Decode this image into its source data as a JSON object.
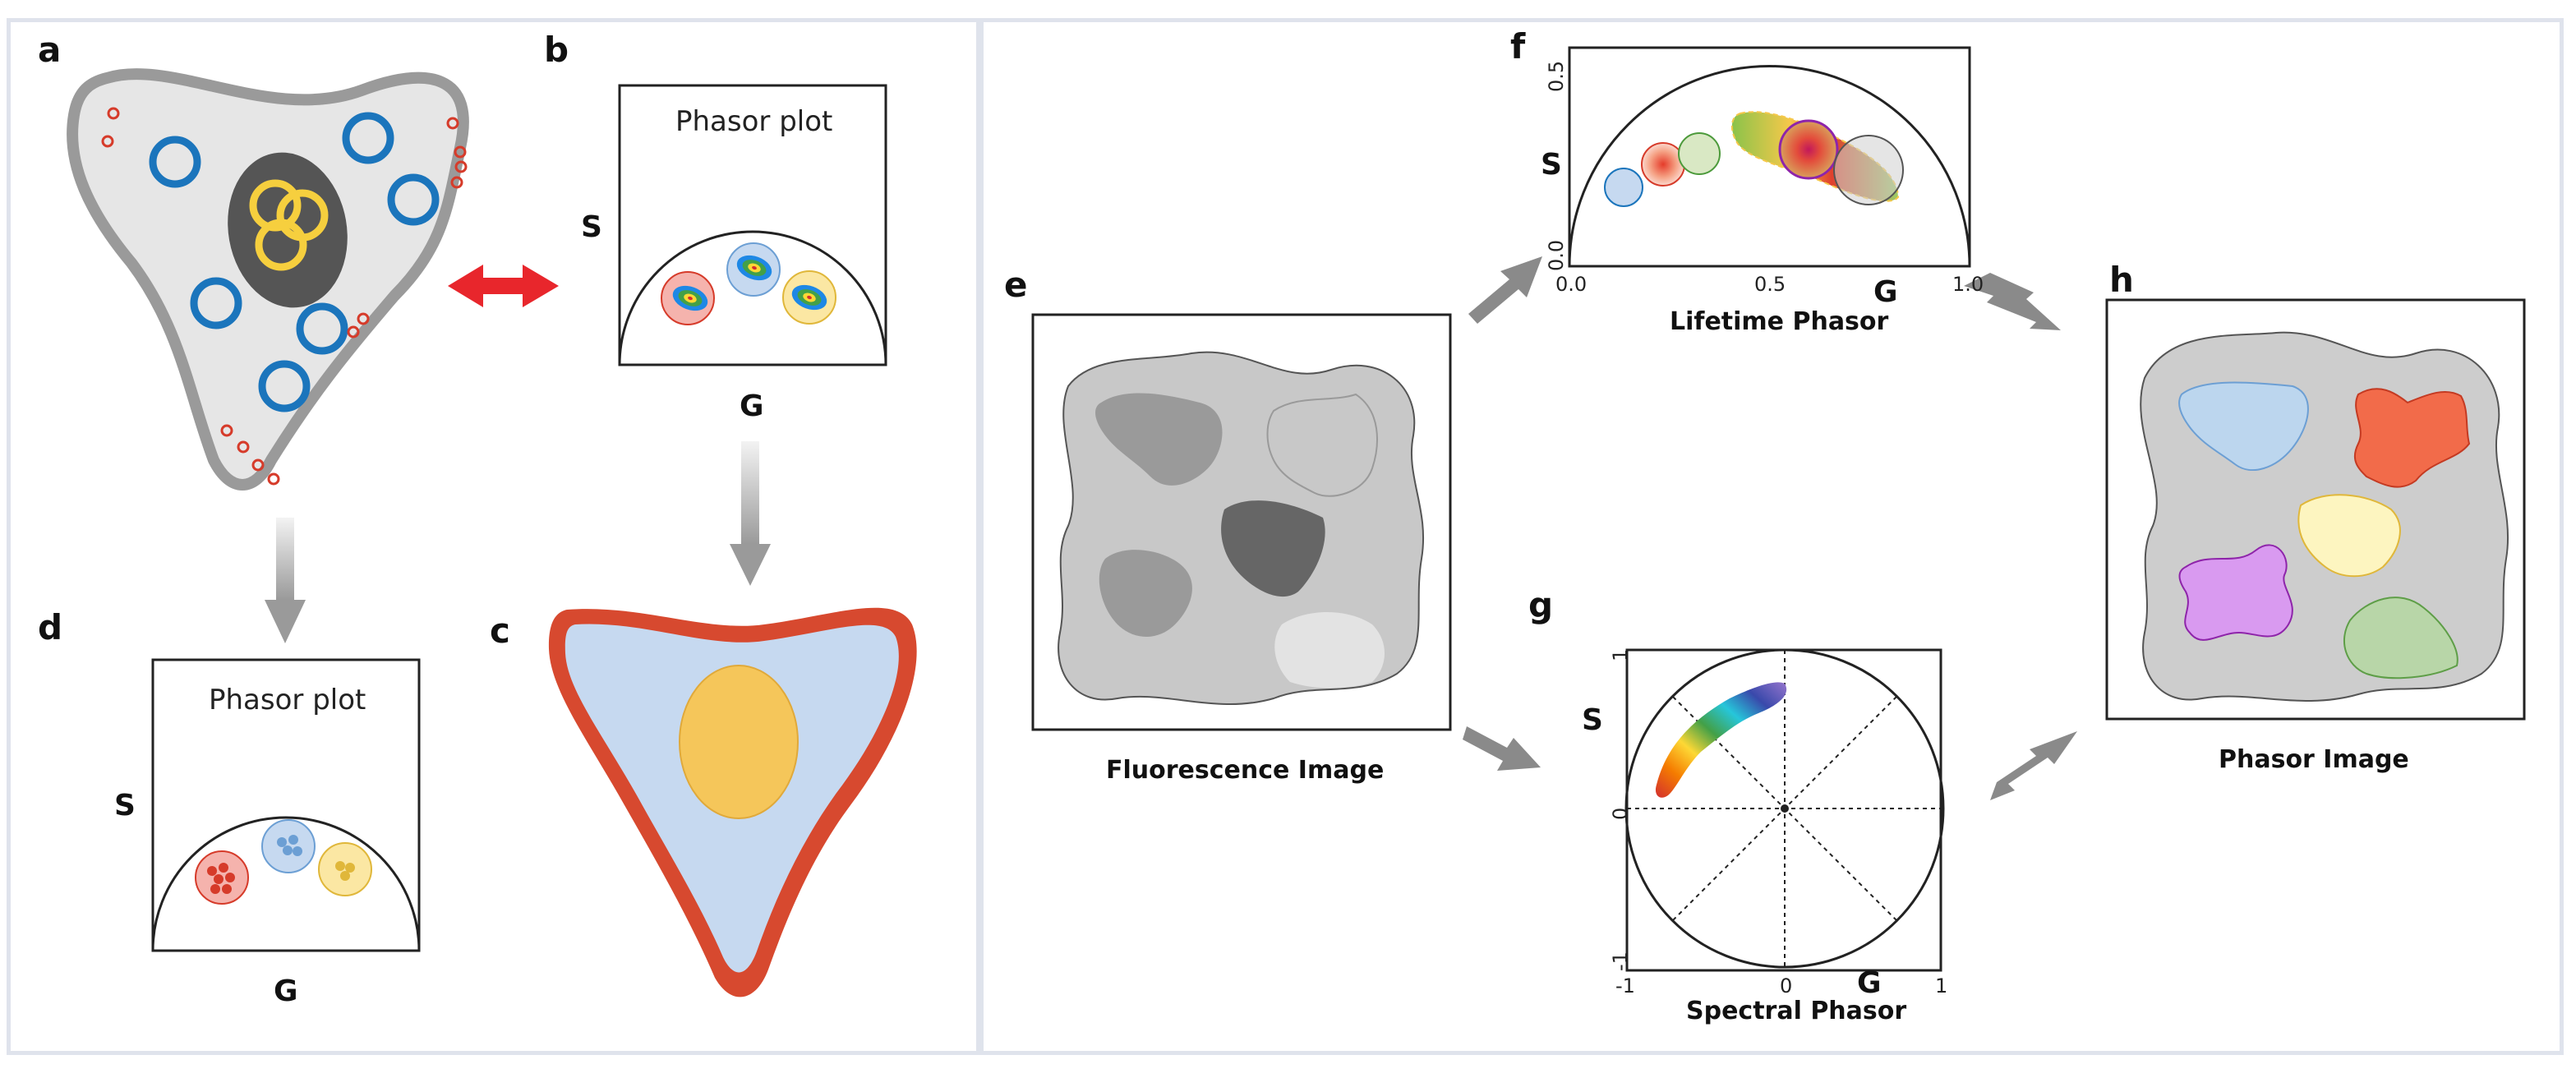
{
  "panels": {
    "a": "a",
    "b": "b",
    "c": "c",
    "d": "d",
    "e": "e",
    "f": "f",
    "g": "g",
    "h": "h"
  },
  "phasor_plot_b": {
    "title": "Phasor plot",
    "y_axis": "S",
    "x_axis": "G"
  },
  "phasor_plot_d": {
    "title": "Phasor plot",
    "y_axis": "S",
    "x_axis": "G"
  },
  "lifetime_phasor": {
    "caption": "Lifetime Phasor",
    "y_axis": "S",
    "x_axis": "G",
    "x_ticks": [
      "0.0",
      "0.5",
      "1.0"
    ],
    "y_ticks": [
      "0.0",
      "0.5"
    ]
  },
  "spectral_phasor": {
    "caption": "Spectral Phasor",
    "y_axis": "S",
    "x_axis": "G",
    "x_ticks": [
      "-1",
      "0",
      "1"
    ],
    "y_ticks": [
      "-1",
      "0",
      "1"
    ]
  },
  "fluorescence_caption": "Fluorescence Image",
  "phasor_image_caption": "Phasor Image",
  "colors": {
    "panel_border": "#dfe3ec",
    "cell_gray": "#e6e6e6",
    "organelle_blue": "#1b75bc",
    "organelle_yellow": "#f6cf3e",
    "membrane_red": "#d63b2a",
    "cytoplasm_blue": "#c6d9f0",
    "nucleus_orange": "#f5c65a",
    "arrow_red": "#e8262c",
    "arrow_gray": "#8a8a8a"
  }
}
